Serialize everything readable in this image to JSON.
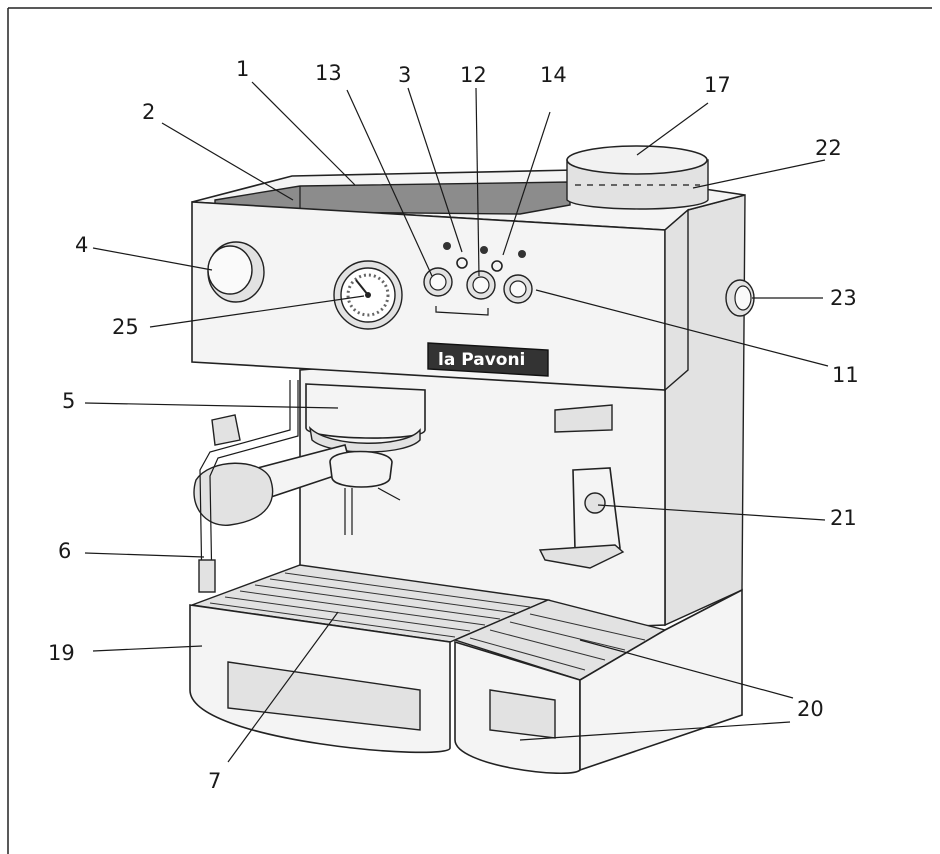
{
  "brand": "la Pavoni",
  "callouts": [
    {
      "id": "1",
      "label": "1"
    },
    {
      "id": "2",
      "label": "2"
    },
    {
      "id": "3",
      "label": "3"
    },
    {
      "id": "4",
      "label": "4"
    },
    {
      "id": "5",
      "label": "5"
    },
    {
      "id": "6",
      "label": "6"
    },
    {
      "id": "7",
      "label": "7"
    },
    {
      "id": "11",
      "label": "11"
    },
    {
      "id": "12",
      "label": "12"
    },
    {
      "id": "13",
      "label": "13"
    },
    {
      "id": "14",
      "label": "14"
    },
    {
      "id": "17",
      "label": "17"
    },
    {
      "id": "19",
      "label": "19"
    },
    {
      "id": "20",
      "label": "20"
    },
    {
      "id": "21",
      "label": "21"
    },
    {
      "id": "22",
      "label": "22"
    },
    {
      "id": "23",
      "label": "23"
    },
    {
      "id": "25",
      "label": "25"
    }
  ]
}
